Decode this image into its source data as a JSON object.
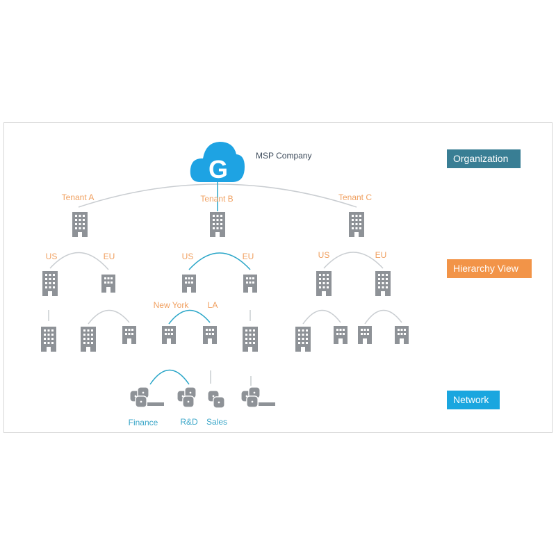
{
  "org": {
    "name": "MSP Company",
    "logo_letter": "G"
  },
  "tenants": [
    "Tenant A",
    "Tenant B",
    "Tenant C"
  ],
  "regions": {
    "us": "US",
    "eu": "EU"
  },
  "cities": {
    "ny": "New York",
    "la": "LA"
  },
  "networks": [
    "Finance",
    "R&D",
    "Sales"
  ],
  "badges": {
    "organization": "Organization",
    "hierarchy": "Hierarchy View",
    "network": "Network"
  },
  "colors": {
    "organization": "#397e94",
    "hierarchy": "#f29448",
    "network": "#1aa6df",
    "cloud": "#1ea3e3",
    "building": "#8e9297",
    "label": "#f0a060",
    "link_active": "#2aa6c8",
    "link": "#c9cdd1"
  }
}
